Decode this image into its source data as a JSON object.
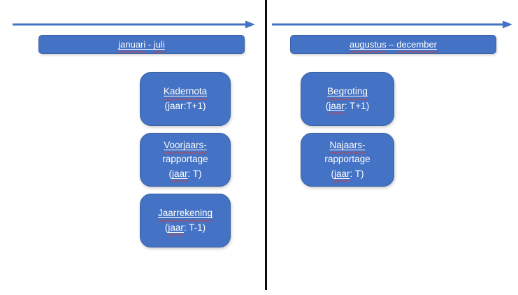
{
  "colors": {
    "accent_blue": "#4472C4",
    "box_border_blue": "#3A62A8",
    "divider_black": "#0d0d0d",
    "text_white": "#FFFFFF",
    "spellcheck_red": "#CC4444"
  },
  "left_section": {
    "period_label": {
      "word1": "januari",
      "separator": " - ",
      "word2": "juli"
    },
    "boxes": [
      {
        "title": "Kadernota",
        "line2": "",
        "sub_pre": "(",
        "sub_word": "jaar",
        "sub_post": ":T+1)",
        "sub_word_style": ""
      },
      {
        "title": "Voorjaars-",
        "line2": "rapportage",
        "sub_pre": "(",
        "sub_word": "jaar",
        "sub_post": ": T)",
        "sub_word_style": "mark"
      },
      {
        "title": "Jaarrekening",
        "line2": "",
        "sub_pre": "(",
        "sub_word": "jaar",
        "sub_post": ": T-1)",
        "sub_word_style": "mark"
      }
    ]
  },
  "right_section": {
    "period_label": {
      "word1": "augustus",
      "separator": " – ",
      "word2": "december"
    },
    "boxes": [
      {
        "title": "Begroting",
        "line2": "",
        "sub_pre": "(",
        "sub_word": "jaar",
        "sub_post": ": T+1)",
        "sub_word_style": "mark"
      },
      {
        "title": "Najaars-",
        "line2": "rapportage",
        "sub_pre": "(",
        "sub_word": "jaar",
        "sub_post": ": T)",
        "sub_word_style": "mark"
      }
    ]
  }
}
